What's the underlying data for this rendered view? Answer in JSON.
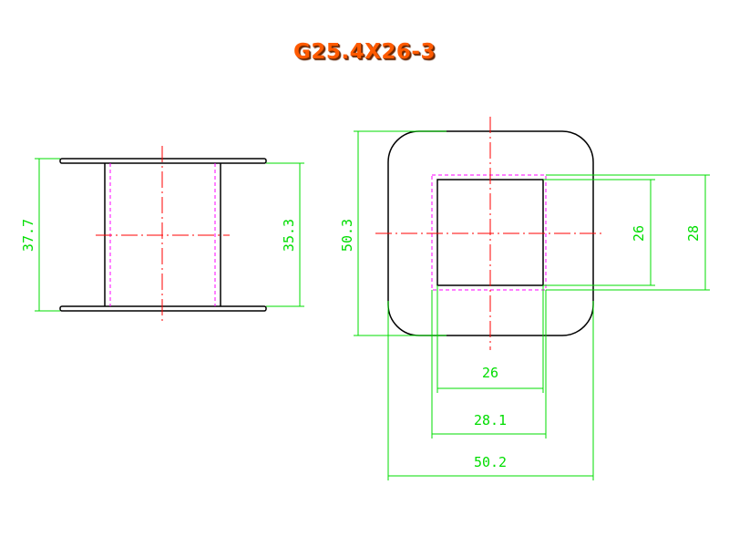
{
  "title": "G25.4X26-3",
  "side_view": {
    "dims": {
      "outer_height": "37.7",
      "inner_height": "35.3"
    }
  },
  "front_view": {
    "dims": {
      "outer_height": "50.3",
      "window_height": "26",
      "window_outer_height": "28",
      "window_width": "26",
      "window_outer_width": "28.1",
      "outer_width": "50.2"
    }
  },
  "colors": {
    "title": "#ff5a00",
    "dimension": "#00dd00",
    "centerline": "#ff0000",
    "hidden": "#ff00ff",
    "outline": "#000000"
  }
}
